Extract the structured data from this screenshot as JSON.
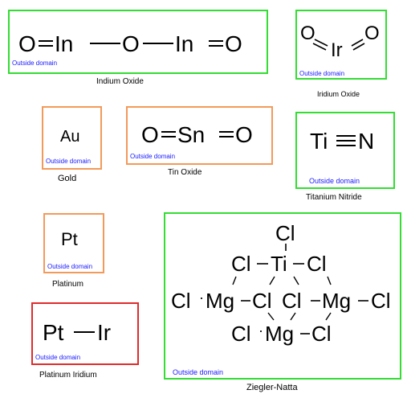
{
  "badge": "Outside domain",
  "colors": {
    "ok": "#33dd33",
    "warn": "#f39a5a",
    "bad": "#e02b2b",
    "badge": "#1a1aff"
  },
  "items": [
    {
      "caption": "Indium Oxide",
      "status": "ok",
      "atoms": [
        "O",
        "In",
        "O",
        "In",
        "O"
      ]
    },
    {
      "caption": "Iridium Oxide",
      "status": "ok",
      "atoms": [
        "O",
        "Ir",
        "O"
      ]
    },
    {
      "caption": "Gold",
      "status": "warn",
      "atoms": [
        "Au"
      ]
    },
    {
      "caption": "Tin Oxide",
      "status": "warn",
      "atoms": [
        "O",
        "Sn",
        "O"
      ]
    },
    {
      "caption": "Titanium Nitride",
      "status": "ok",
      "atoms": [
        "Ti",
        "N"
      ]
    },
    {
      "caption": "Platinum",
      "status": "warn",
      "atoms": [
        "Pt"
      ]
    },
    {
      "caption": "Platinum Iridium",
      "status": "bad",
      "atoms": [
        "Pt",
        "Ir"
      ]
    },
    {
      "caption": "Ziegler-Natta",
      "status": "ok",
      "atoms": [
        "Cl",
        "Cl",
        "Ti",
        "Cl",
        "Cl",
        "Mg",
        "Cl",
        "Cl",
        "Mg",
        "Cl",
        "Cl",
        "Mg",
        "Cl"
      ]
    }
  ]
}
